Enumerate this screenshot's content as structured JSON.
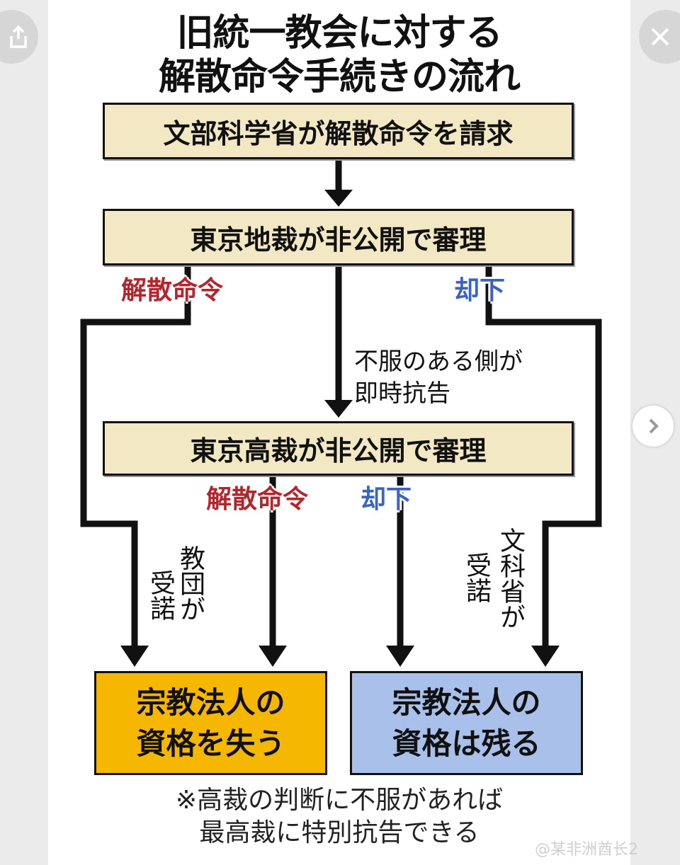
{
  "diagram": {
    "title_line1": "旧統一教会に対する",
    "title_line2": "解散命令手続きの流れ",
    "step1": "文部科学省が解散命令を請求",
    "step2": "東京地裁が非公開で審理",
    "step2_order": "解散命令",
    "step2_dismiss": "却下",
    "appeal_line1": "不服のある側が",
    "appeal_line2": "即時抗告",
    "step3": "東京高裁が非公開で審理",
    "step3_order": "解散命令",
    "step3_dismiss": "却下",
    "left_accept_a": "教団が",
    "left_accept_b": "受諾",
    "right_accept_a": "文科省が",
    "right_accept_b": "受諾",
    "result_lose": "宗教法人の\n資格を失う",
    "result_keep": "宗教法人の\n資格は残る",
    "footnote_line1": "※高裁の判断に不服があれば",
    "footnote_line2": "最高裁に特別抗告できる",
    "colors": {
      "box": "#f3e8c4",
      "lose": "#f5b700",
      "keep": "#a9c1ea",
      "order": "#b3262d",
      "dismiss": "#3a63c4"
    }
  },
  "viewer": {
    "watermark": "@某非洲酋长2"
  }
}
